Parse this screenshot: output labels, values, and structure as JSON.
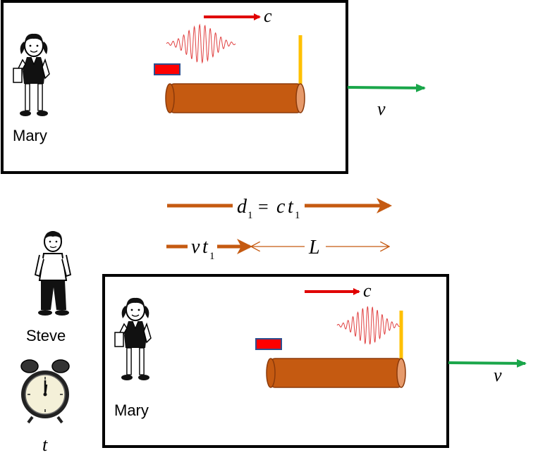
{
  "colors": {
    "frame": "#000000",
    "rod": "#c55a11",
    "rod_end": "#e69a6b",
    "flash_marker": "#ff0000",
    "light_arrow": "#e00000",
    "velocity_arrow": "#1aa64a",
    "mirror": "#ffc000",
    "distance_arrow": "#c55a11",
    "wave": "#e04040"
  },
  "top_frame": {
    "observer_name": "Mary",
    "light_label": "c",
    "velocity_label": "v"
  },
  "distances": {
    "d_symbol": "d",
    "d_subscript": "1",
    "equals": "=",
    "c_symbol": "c",
    "t_symbol": "t",
    "t_subscript": "1",
    "v_symbol": "v",
    "L_symbol": "L"
  },
  "bottom": {
    "observer_name": "Steve",
    "frame_observer_name": "Mary",
    "light_label": "c",
    "velocity_label": "v",
    "clock_label": "t"
  },
  "icons": [
    "girl-figure-icon",
    "boy-figure-icon",
    "alarm-clock-icon"
  ]
}
